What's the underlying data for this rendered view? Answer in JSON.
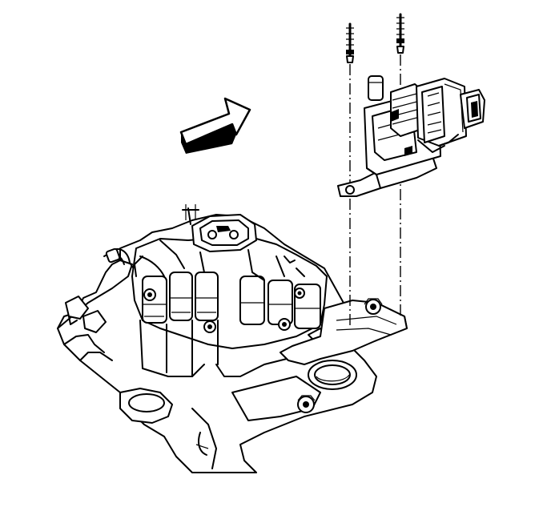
{
  "diagram": {
    "labels": [],
    "components": [
      "upper-intake-manifold",
      "ignition-coil-module-assembly",
      "mounting-bracket",
      "mounting-bolt",
      "direction-arrow"
    ],
    "colors": {
      "line": "#000000",
      "background": "#ffffff"
    }
  }
}
